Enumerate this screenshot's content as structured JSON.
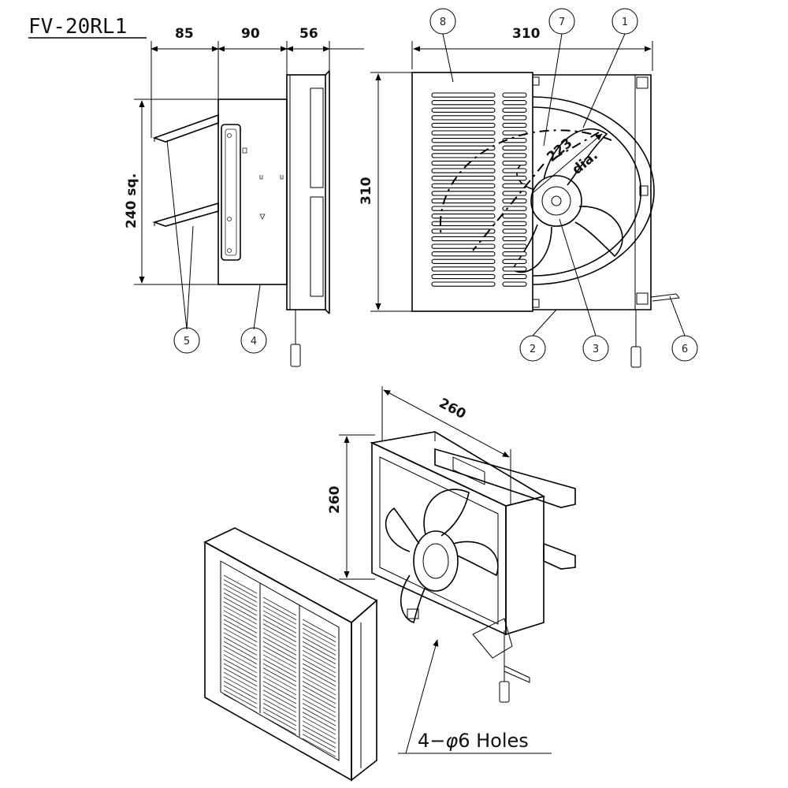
{
  "title": "FV-20RL1",
  "dimensions": {
    "side_depth_1": "85",
    "side_depth_2": "90",
    "side_depth_3": "56",
    "side_height": "240 sq.",
    "front_width": "310",
    "front_height": "310",
    "fan_dia_value": "223",
    "fan_dia_unit": "dia.",
    "iso_width": "260",
    "iso_height": "260"
  },
  "callouts": [
    "1",
    "2",
    "3",
    "4",
    "5",
    "6",
    "7",
    "8"
  ],
  "holes_label_prefix": "4−",
  "holes_label_symbol": "φ",
  "holes_label_suffix": "6 Holes",
  "colors": {
    "line": "#000000",
    "background": "#ffffff"
  }
}
